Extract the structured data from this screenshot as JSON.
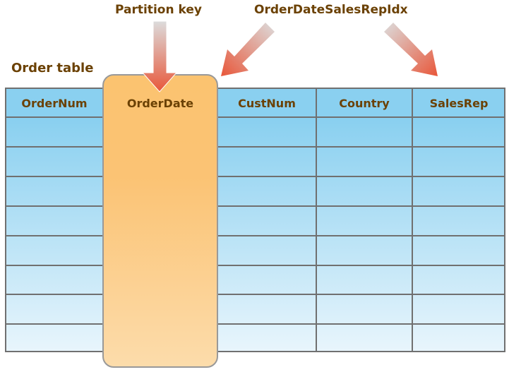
{
  "labels": {
    "partition_key": "Partition key",
    "index_name": "OrderDateSalesRepIdx",
    "table_title": "Order table"
  },
  "table": {
    "columns": [
      {
        "name": "OrderNum"
      },
      {
        "name": "OrderDate",
        "highlighted": true
      },
      {
        "name": "CustNum"
      },
      {
        "name": "Country"
      },
      {
        "name": "SalesRep"
      }
    ],
    "row_count": 8
  },
  "colors": {
    "label_text": "#6b4104",
    "table_header_blue": "#8ad0f0",
    "table_bottom_blue": "#e8f5fc",
    "partition_orange": "#fbc370",
    "arrow_red": "#e8573a",
    "arrow_gray": "#dcdcdc",
    "grid_line": "#707070"
  }
}
